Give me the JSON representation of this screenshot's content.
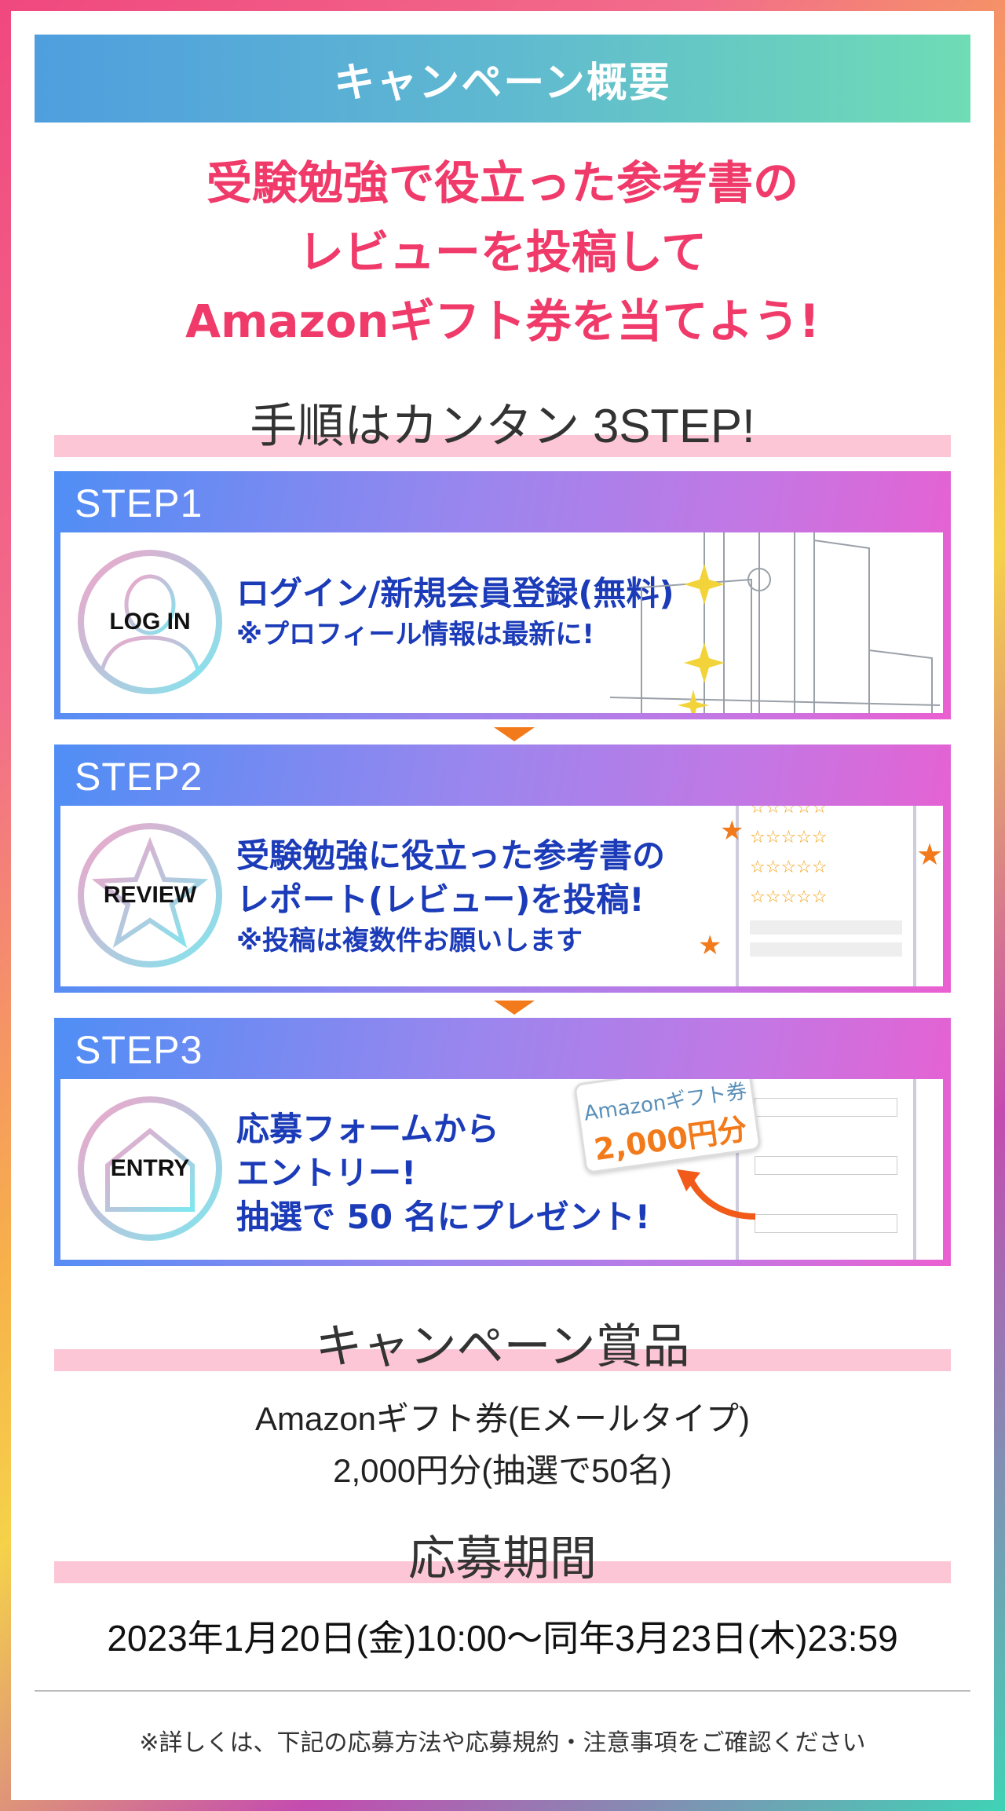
{
  "header": {
    "title": "キャンペーン概要"
  },
  "headline": {
    "line1": "受験勉強で役立った参考書の",
    "line2": "レビューを投稿して",
    "line3": "Amazonギフト券を当てよう!"
  },
  "steps_section": {
    "title": "手順はカンタン 3STEP!"
  },
  "steps": [
    {
      "label": "STEP1",
      "badge": "LOG IN",
      "icon": "user-silhouette-icon",
      "line1": "ログイン/新規会員登録(無料)",
      "line2": "※プロフィール情報は最新に!"
    },
    {
      "label": "STEP2",
      "badge": "REVIEW",
      "icon": "star-outline-icon",
      "line1": "受験勉強に役立った参考書の",
      "line2": "レポート(レビュー)を投稿!",
      "line3": "※投稿は複数件お願いします"
    },
    {
      "label": "STEP3",
      "badge": "ENTRY",
      "icon": "house-icon",
      "line1": "応募フォームから",
      "line2": "エントリー!",
      "line3": "抽選で 50 名にプレゼント!",
      "gift_card": {
        "brand": "Amazonギフト券",
        "amount": "2,000円分"
      }
    }
  ],
  "prize_section": {
    "title": "キャンペーン賞品",
    "line1": "Amazonギフト券(Eメールタイプ)",
    "line2": "2,000円分(抽選で50名)"
  },
  "period_section": {
    "title": "応募期間",
    "value": "2023年1月20日(金)10:00〜同年3月23日(木)23:59"
  },
  "footer": {
    "note": "※詳しくは、下記の応募方法や応募規約・注意事項をご確認ください"
  },
  "colors": {
    "accent_pink": "#f03a6a",
    "step_text": "#1b3bb8",
    "arrow": "#f27a1a",
    "highlight_bar": "#fcc6d6"
  }
}
